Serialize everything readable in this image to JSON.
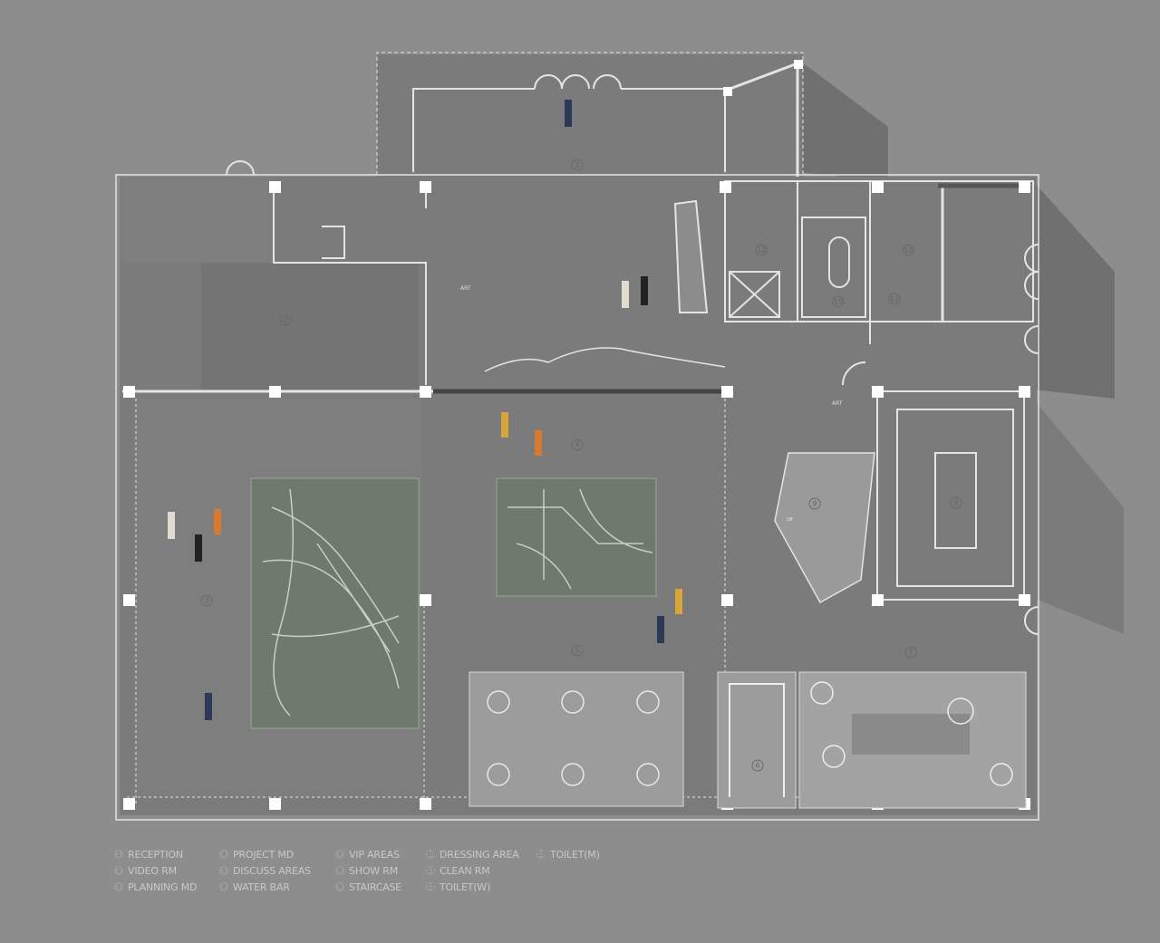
{
  "plan": {
    "title_hidden": null,
    "colors": {
      "background": "#8d8d8d",
      "floor": "#7b7b7b",
      "shadow": "#6c6c6c",
      "wall": "#e4e4e4",
      "map_panel": "#6e7a6c",
      "lounge": "#a3a3a3"
    },
    "rooms": [
      {
        "num": "1",
        "name": "RECEPTION"
      },
      {
        "num": "2",
        "name": "VIDEO RM"
      },
      {
        "num": "3",
        "name": "PLANNING MD"
      },
      {
        "num": "4",
        "name": "PROJECT MD"
      },
      {
        "num": "5",
        "name": "DISCUSS AREAS"
      },
      {
        "num": "6",
        "name": "WATER BAR"
      },
      {
        "num": "7",
        "name": "VIP AREAS"
      },
      {
        "num": "8",
        "name": "SHOW RM"
      },
      {
        "num": "9",
        "name": "STAIRCASE"
      },
      {
        "num": "10",
        "name": "DRESSING AREA"
      },
      {
        "num": "11",
        "name": "CLEAN RM"
      },
      {
        "num": "12",
        "name": "TOILET(W)"
      },
      {
        "num": "13",
        "name": "TOILET(M)"
      }
    ],
    "annotations": {
      "art1": "ART",
      "art2": "ART",
      "up": "UP"
    }
  },
  "legend": [
    {
      "num": "1",
      "label": "RECEPTION"
    },
    {
      "num": "4",
      "label": "PROJECT MD"
    },
    {
      "num": "7",
      "label": "VIP AREAS"
    },
    {
      "num": "10",
      "label": "DRESSING AREA"
    },
    {
      "num": "13",
      "label": "TOILET(M)"
    },
    {
      "num": "2",
      "label": "VIDEO RM"
    },
    {
      "num": "5",
      "label": "DISCUSS AREAS"
    },
    {
      "num": "8",
      "label": "SHOW RM"
    },
    {
      "num": "11",
      "label": "CLEAN RM"
    },
    {
      "num": "",
      "label": ""
    },
    {
      "num": "3",
      "label": "PLANNING MD"
    },
    {
      "num": "6",
      "label": "WATER BAR"
    },
    {
      "num": "9",
      "label": "STAIRCASE"
    },
    {
      "num": "12",
      "label": "TOILET(W)"
    }
  ]
}
